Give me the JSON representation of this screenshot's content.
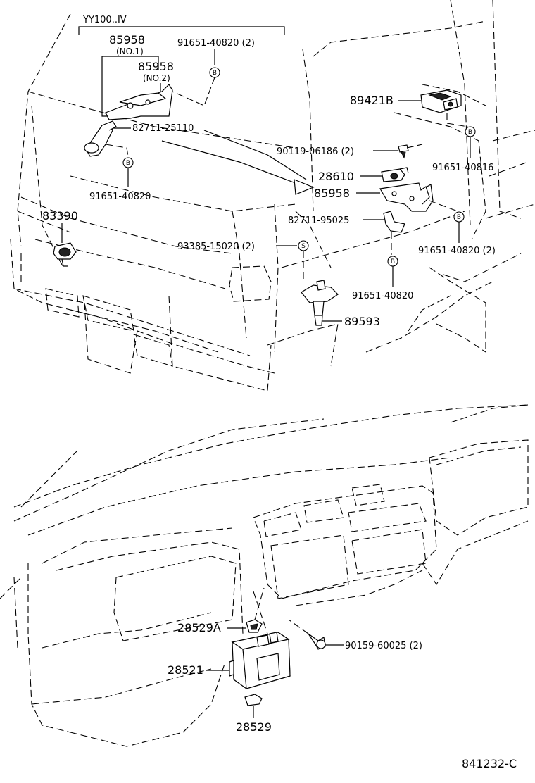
{
  "header": {
    "model_range": "YY100..IV"
  },
  "labels": {
    "p85958_no1": "85958",
    "p85958_no1_sub": "(NO.1)",
    "p85958_no2": "85958",
    "p85958_no2_sub": "(NO.2)",
    "p91651_40820_2_top": "91651-40820 (2)",
    "p82711_25110": "82711-25110",
    "p91651_40820_left": "91651-40820",
    "p83390": "83390",
    "p89421b": "89421B",
    "p90119_06186": "90119-06186 (2)",
    "p28610": "28610",
    "p91651_40816": "91651-40816",
    "p85958_right": "85958",
    "p82711_95025": "82711-95025",
    "p93385_15020": "93385-15020 (2)",
    "p91651_40820_2_right": "91651-40820 (2)",
    "p91651_40820_mid": "91651-40820",
    "p89593": "89593",
    "p28529a": "28529A",
    "p90159_60025": "90159-60025 (2)",
    "p28521": "28521",
    "p28529": "28529"
  },
  "circle_marks": {
    "b": "B",
    "s": "S"
  },
  "footer": {
    "drawing_code": "841232-C"
  }
}
